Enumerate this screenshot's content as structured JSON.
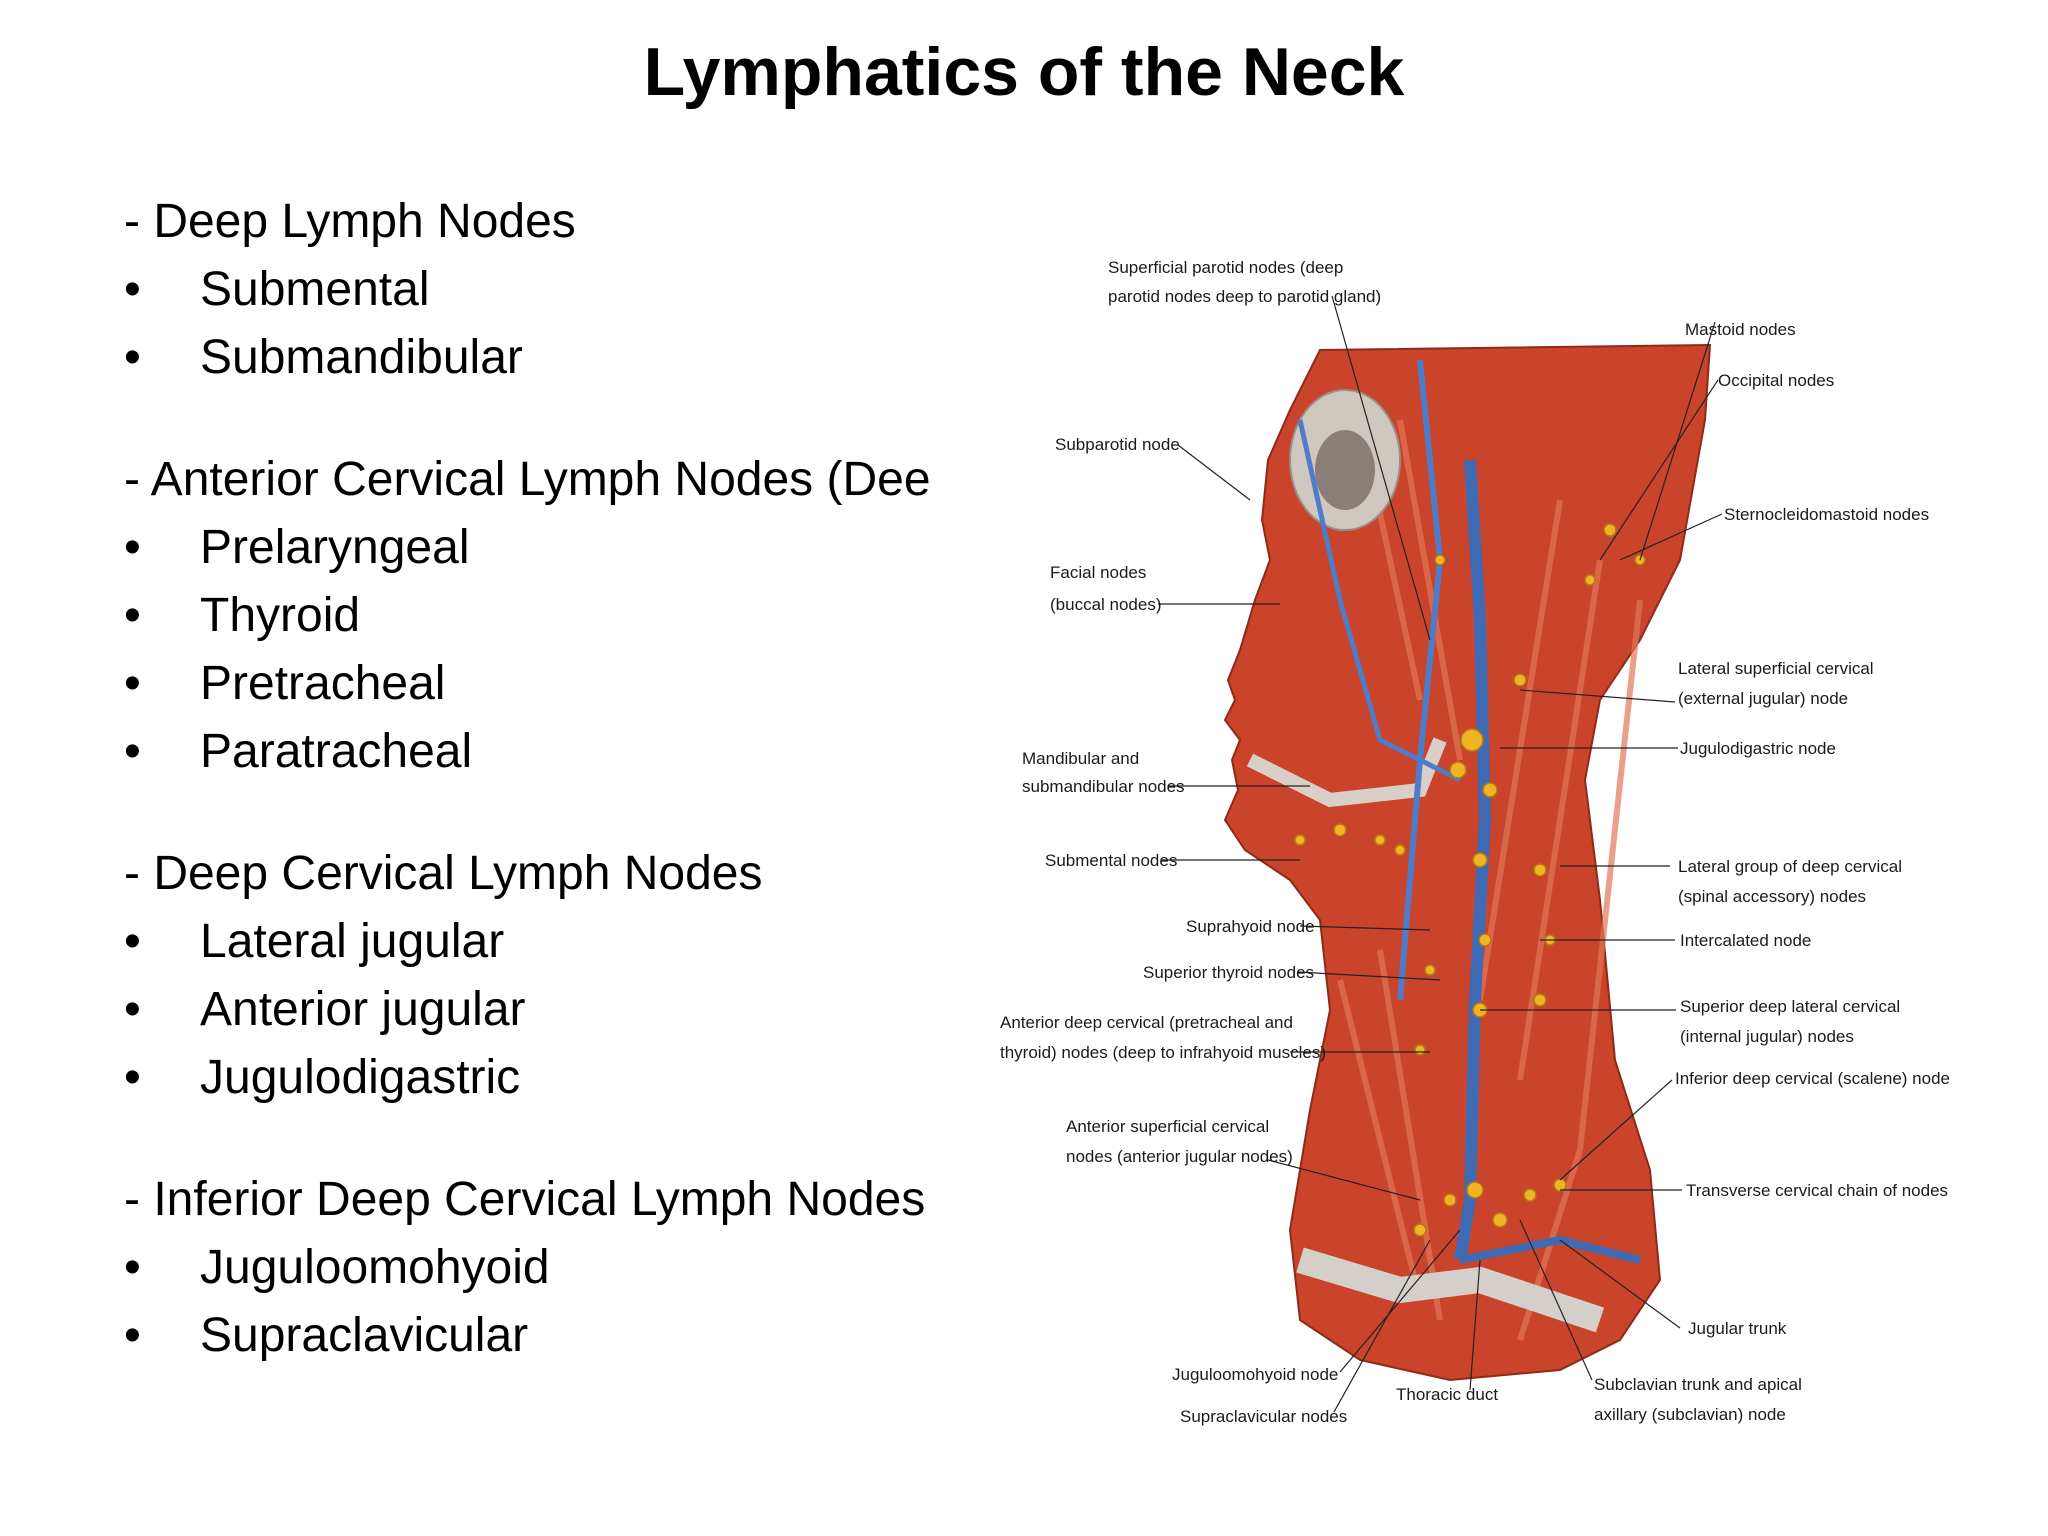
{
  "title": "Lymphatics of the Neck",
  "sections": [
    {
      "heading": "- Deep Lymph Nodes",
      "items": [
        "Submental",
        "Submandibular"
      ]
    },
    {
      "heading": "- Anterior Cervical Lymph Nodes (Dee",
      "items": [
        "Prelaryngeal",
        "Thyroid",
        "Pretracheal",
        "Paratracheal"
      ]
    },
    {
      "heading": "- Deep Cervical Lymph Nodes",
      "items": [
        "Lateral jugular",
        "Anterior jugular",
        "Jugulodigastric"
      ]
    },
    {
      "heading": "- Inferior Deep Cervical Lymph Nodes",
      "items": [
        "Juguloomohyoid",
        "Supraclavicular"
      ]
    }
  ],
  "bullet_glyph": "•",
  "figure": {
    "labels": {
      "superficial_parotid_1": "Superficial parotid nodes (deep",
      "superficial_parotid_2": "parotid nodes deep to parotid gland)",
      "mastoid": "Mastoid nodes",
      "occipital": "Occipital nodes",
      "subparotid": "Subparotid node",
      "sternocleidomastoid": "Sternocleidomastoid nodes",
      "facial_1": "Facial nodes",
      "facial_2": "(buccal nodes)",
      "lateral_superficial_1": "Lateral superficial cervical",
      "lateral_superficial_2": "(external jugular) node",
      "jugulodigastric": "Jugulodigastric node",
      "mandibular_1": "Mandibular and",
      "mandibular_2": "submandibular nodes",
      "submental": "Submental nodes",
      "lateral_group_1": "Lateral group of deep cervical",
      "lateral_group_2": "(spinal accessory) nodes",
      "suprahyoid": "Suprahyoid node",
      "intercalated": "Intercalated node",
      "superior_thyroid": "Superior thyroid nodes",
      "superior_deep_1": "Superior deep lateral cervical",
      "superior_deep_2": "(internal jugular) nodes",
      "anterior_deep_1": "Anterior deep cervical (pretracheal and",
      "anterior_deep_2": "thyroid) nodes (deep to infrahyoid muscles)",
      "inferior_deep": "Inferior deep cervical (scalene) node",
      "anterior_superficial_1": "Anterior superficial cervical",
      "anterior_superficial_2": "nodes (anterior jugular nodes)",
      "transverse": "Transverse cervical chain of nodes",
      "jugular_trunk": "Jugular trunk",
      "juguloomohyoid": "Juguloomohyoid node",
      "thoracic_duct": "Thoracic duct",
      "subclavian_1": "Subclavian trunk and apical",
      "subclavian_2": "axillary (subclavian) node",
      "supraclavicular": "Supraclavicular nodes"
    }
  }
}
